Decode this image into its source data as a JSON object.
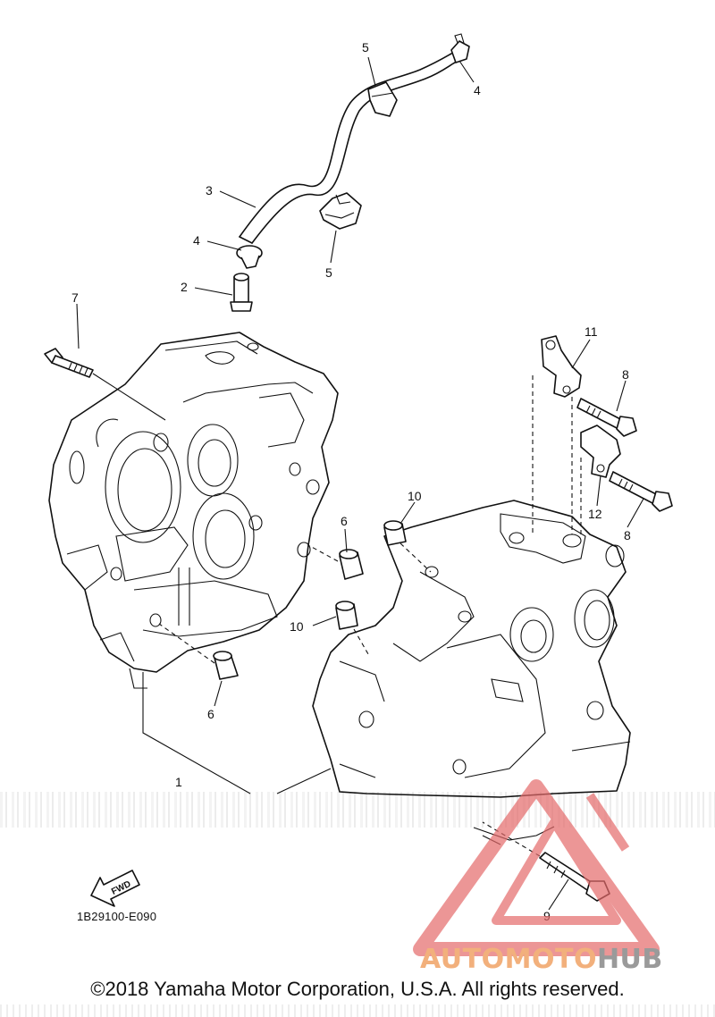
{
  "callouts": {
    "c1": "1",
    "c2": "2",
    "c3": "3",
    "c4a": "4",
    "c4b": "4",
    "c5a": "5",
    "c5b": "5",
    "c6a": "6",
    "c6b": "6",
    "c7": "7",
    "c8a": "8",
    "c8b": "8",
    "c9": "9",
    "c10a": "10",
    "c10b": "10",
    "c11": "11",
    "c12": "12"
  },
  "fwd_label": "FWD",
  "diagram_code": "1B29100-E090",
  "copyright": "©2018 Yamaha Motor Corporation, U.S.A. All rights reserved.",
  "watermark": {
    "part1": "AUTOMOTO",
    "part2": "HUB",
    "color_primary": "#f2b07c",
    "color_secondary": "#9a9a9a",
    "triangle_color": "#e46a6a"
  }
}
